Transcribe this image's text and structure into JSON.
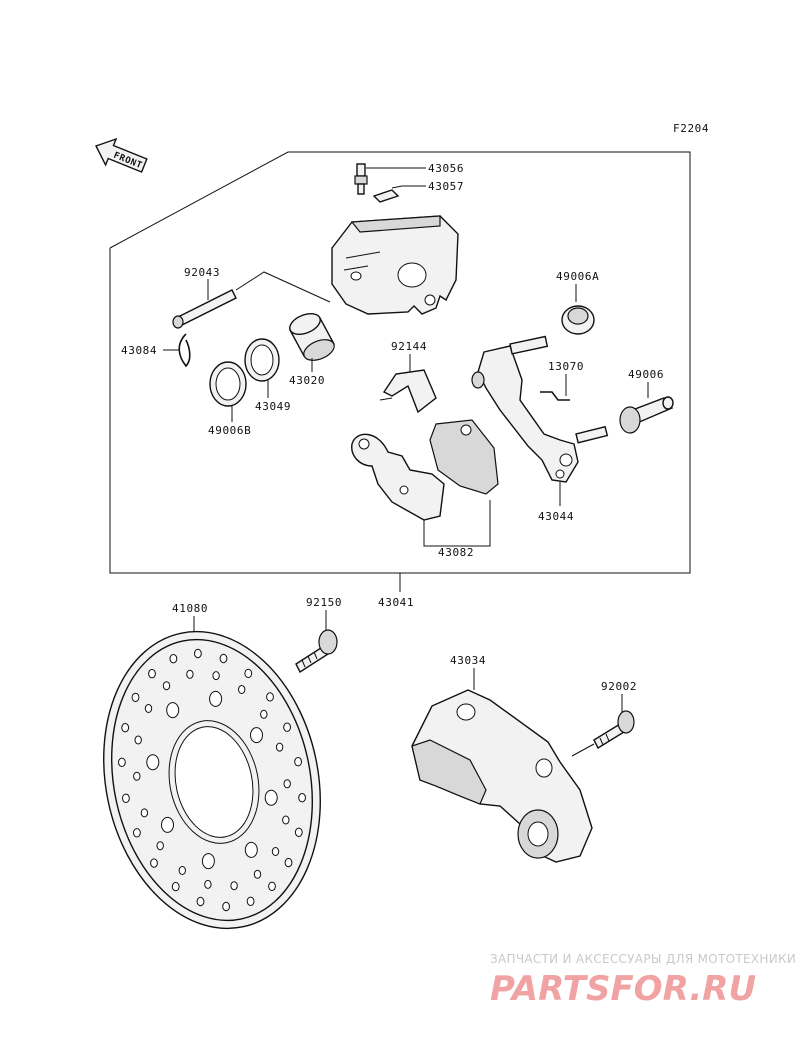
{
  "figure_code": "F2204",
  "front_label": "FRONT",
  "parts": [
    {
      "id": "43056",
      "name": "label-43056"
    },
    {
      "id": "43057",
      "name": "label-43057"
    },
    {
      "id": "92043",
      "name": "label-92043"
    },
    {
      "id": "49006A",
      "name": "label-49006a"
    },
    {
      "id": "92144",
      "name": "label-92144"
    },
    {
      "id": "43084",
      "name": "label-43084"
    },
    {
      "id": "13070",
      "name": "label-13070"
    },
    {
      "id": "49006",
      "name": "label-49006"
    },
    {
      "id": "43020",
      "name": "label-43020"
    },
    {
      "id": "43049",
      "name": "label-43049"
    },
    {
      "id": "49006B",
      "name": "label-49006b"
    },
    {
      "id": "43044",
      "name": "label-43044"
    },
    {
      "id": "43082",
      "name": "label-43082"
    },
    {
      "id": "41080",
      "name": "label-41080"
    },
    {
      "id": "92150",
      "name": "label-92150"
    },
    {
      "id": "43041",
      "name": "label-43041"
    },
    {
      "id": "43034",
      "name": "label-43034"
    },
    {
      "id": "92002",
      "name": "label-92002"
    }
  ],
  "watermark": {
    "subtitle": "ЗАПЧАСТИ И АКСЕССУАРЫ ДЛЯ МОТОТЕХНИКИ",
    "logo": "PARTSFOR.RU"
  }
}
